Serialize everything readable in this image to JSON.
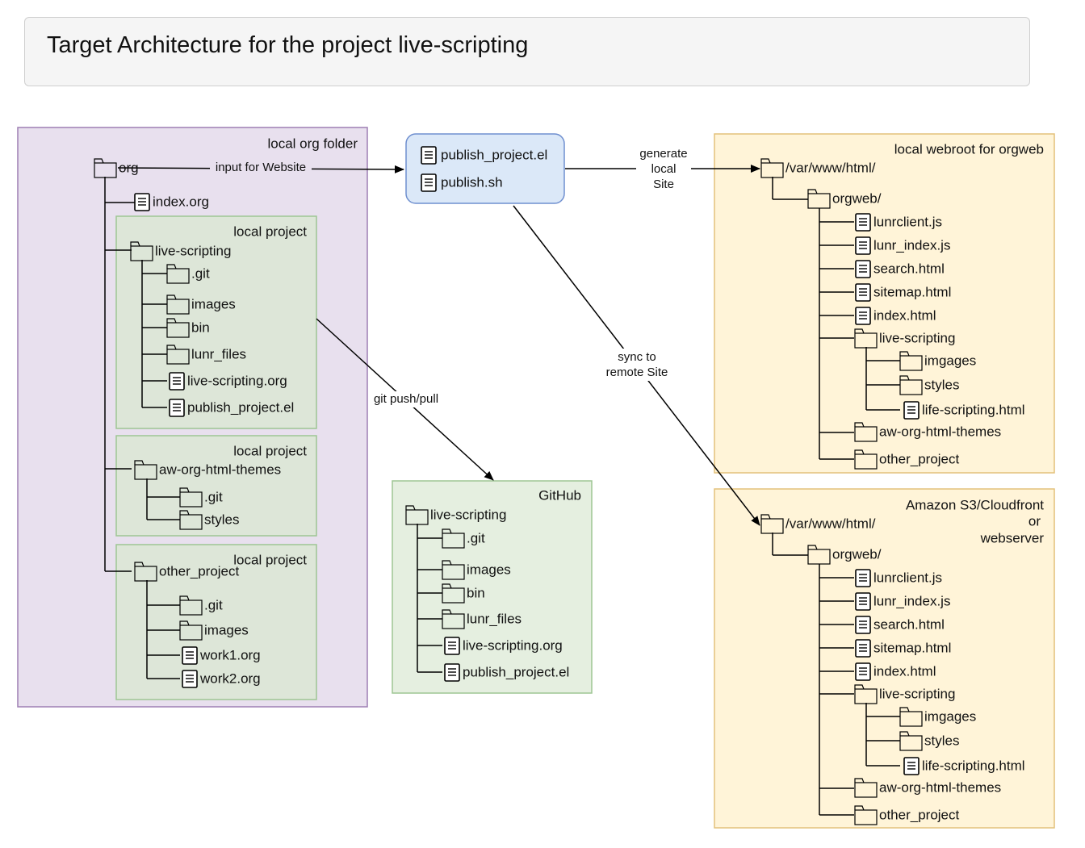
{
  "title": "Target Architecture for the project live-scripting",
  "colors": {
    "local_org_fill": "#e8e0ee",
    "local_org_stroke": "#9e7fb3",
    "project_fill": "#dde6d8",
    "project_stroke": "#9ec594",
    "github_fill": "#e5efe0",
    "webroot_fill": "#fff4d8",
    "webroot_stroke": "#e3c17a",
    "script_fill": "#dbe8f8",
    "script_stroke": "#6f8fcf"
  },
  "containers": {
    "local_org": "local org folder",
    "local_project": "local project",
    "github": "GitHub",
    "webroot": "local webroot for orgweb",
    "s3_line1": "Amazon S3/Cloudfront",
    "s3_line2": "or",
    "s3_line3": "webserver"
  },
  "scripts": [
    "publish_project.el",
    "publish.sh"
  ],
  "edges": {
    "input": "input for Website",
    "generate": [
      "generate",
      "local",
      "Site"
    ],
    "sync": [
      "sync to",
      "remote Site"
    ],
    "git": "git push/pull"
  },
  "org_tree": {
    "root": "org",
    "index": "index.org",
    "project1": {
      "name": "live-scripting",
      "children": [
        {
          "type": "folder",
          "name": ".git"
        },
        {
          "type": "folder",
          "name": "images"
        },
        {
          "type": "folder",
          "name": "bin"
        },
        {
          "type": "folder",
          "name": "lunr_files"
        },
        {
          "type": "file",
          "name": "live-scripting.org"
        },
        {
          "type": "file",
          "name": "publish_project.el"
        }
      ]
    },
    "project2": {
      "name": "aw-org-html-themes",
      "children": [
        {
          "type": "folder",
          "name": ".git"
        },
        {
          "type": "folder",
          "name": "styles"
        }
      ]
    },
    "project3": {
      "name": "other_project",
      "children": [
        {
          "type": "folder",
          "name": ".git"
        },
        {
          "type": "folder",
          "name": "images"
        },
        {
          "type": "file",
          "name": "work1.org"
        },
        {
          "type": "file",
          "name": "work2.org"
        }
      ]
    }
  },
  "github_tree": {
    "name": "live-scripting",
    "children": [
      {
        "type": "folder",
        "name": ".git"
      },
      {
        "type": "folder",
        "name": "images"
      },
      {
        "type": "folder",
        "name": "bin"
      },
      {
        "type": "folder",
        "name": "lunr_files"
      },
      {
        "type": "file",
        "name": "live-scripting.org"
      },
      {
        "type": "file",
        "name": "publish_project.el"
      }
    ]
  },
  "web_tree": {
    "root": "/var/www/html/",
    "orgweb": "orgweb/",
    "files": [
      "lunrclient.js",
      "lunr_index.js",
      "search.html",
      "sitemap.html",
      "index.html"
    ],
    "live": "live-scripting",
    "live_children": [
      {
        "type": "folder",
        "name": "imgages"
      },
      {
        "type": "folder",
        "name": "styles"
      },
      {
        "type": "file",
        "name": "life-scripting.html"
      }
    ],
    "themes": "aw-org-html-themes",
    "other": "other_project"
  }
}
